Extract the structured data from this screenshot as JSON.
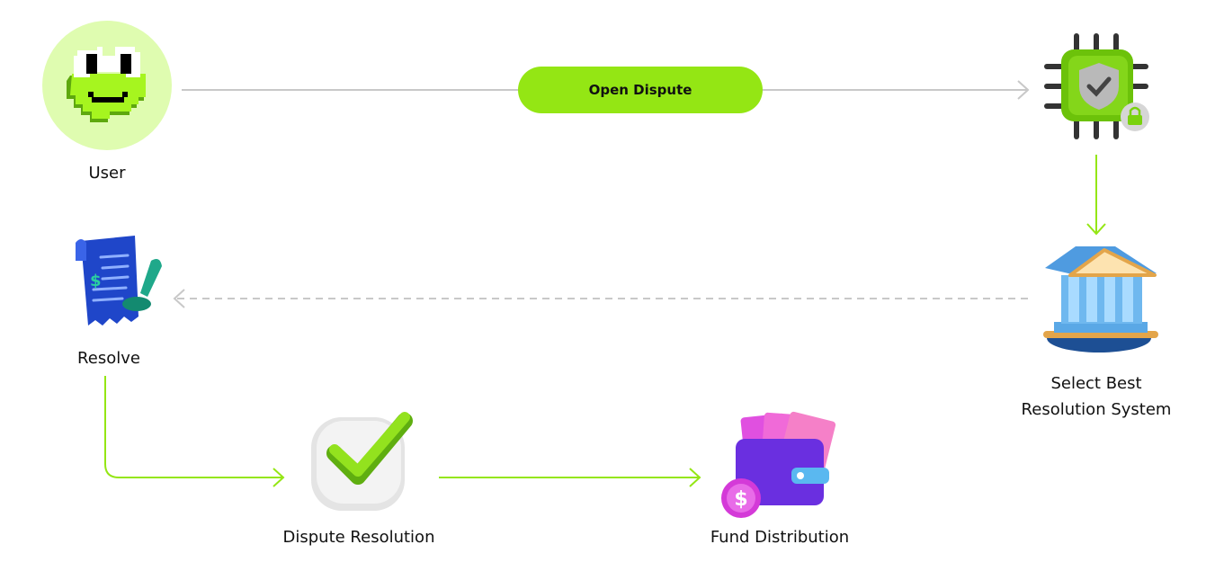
{
  "colors": {
    "accent": "#94e614",
    "connector_gray": "#c8c8c8",
    "user_bg": "#dffcb0"
  },
  "nodes": {
    "user": {
      "label": "User",
      "icon": "frog-avatar-icon"
    },
    "secure_chip": {
      "icon": "secure-chip-icon"
    },
    "select_system": {
      "label_line1": "Select Best",
      "label_line2": "Resolution System",
      "icon": "bank-building-icon"
    },
    "resolve": {
      "label": "Resolve",
      "icon": "document-stamp-icon"
    },
    "dispute_resolution": {
      "label": "Dispute Resolution",
      "icon": "checkmark-icon"
    },
    "fund_distribution": {
      "label": "Fund Distribution",
      "icon": "wallet-icon"
    }
  },
  "edges": {
    "open_dispute": {
      "label": "Open Dispute"
    }
  }
}
